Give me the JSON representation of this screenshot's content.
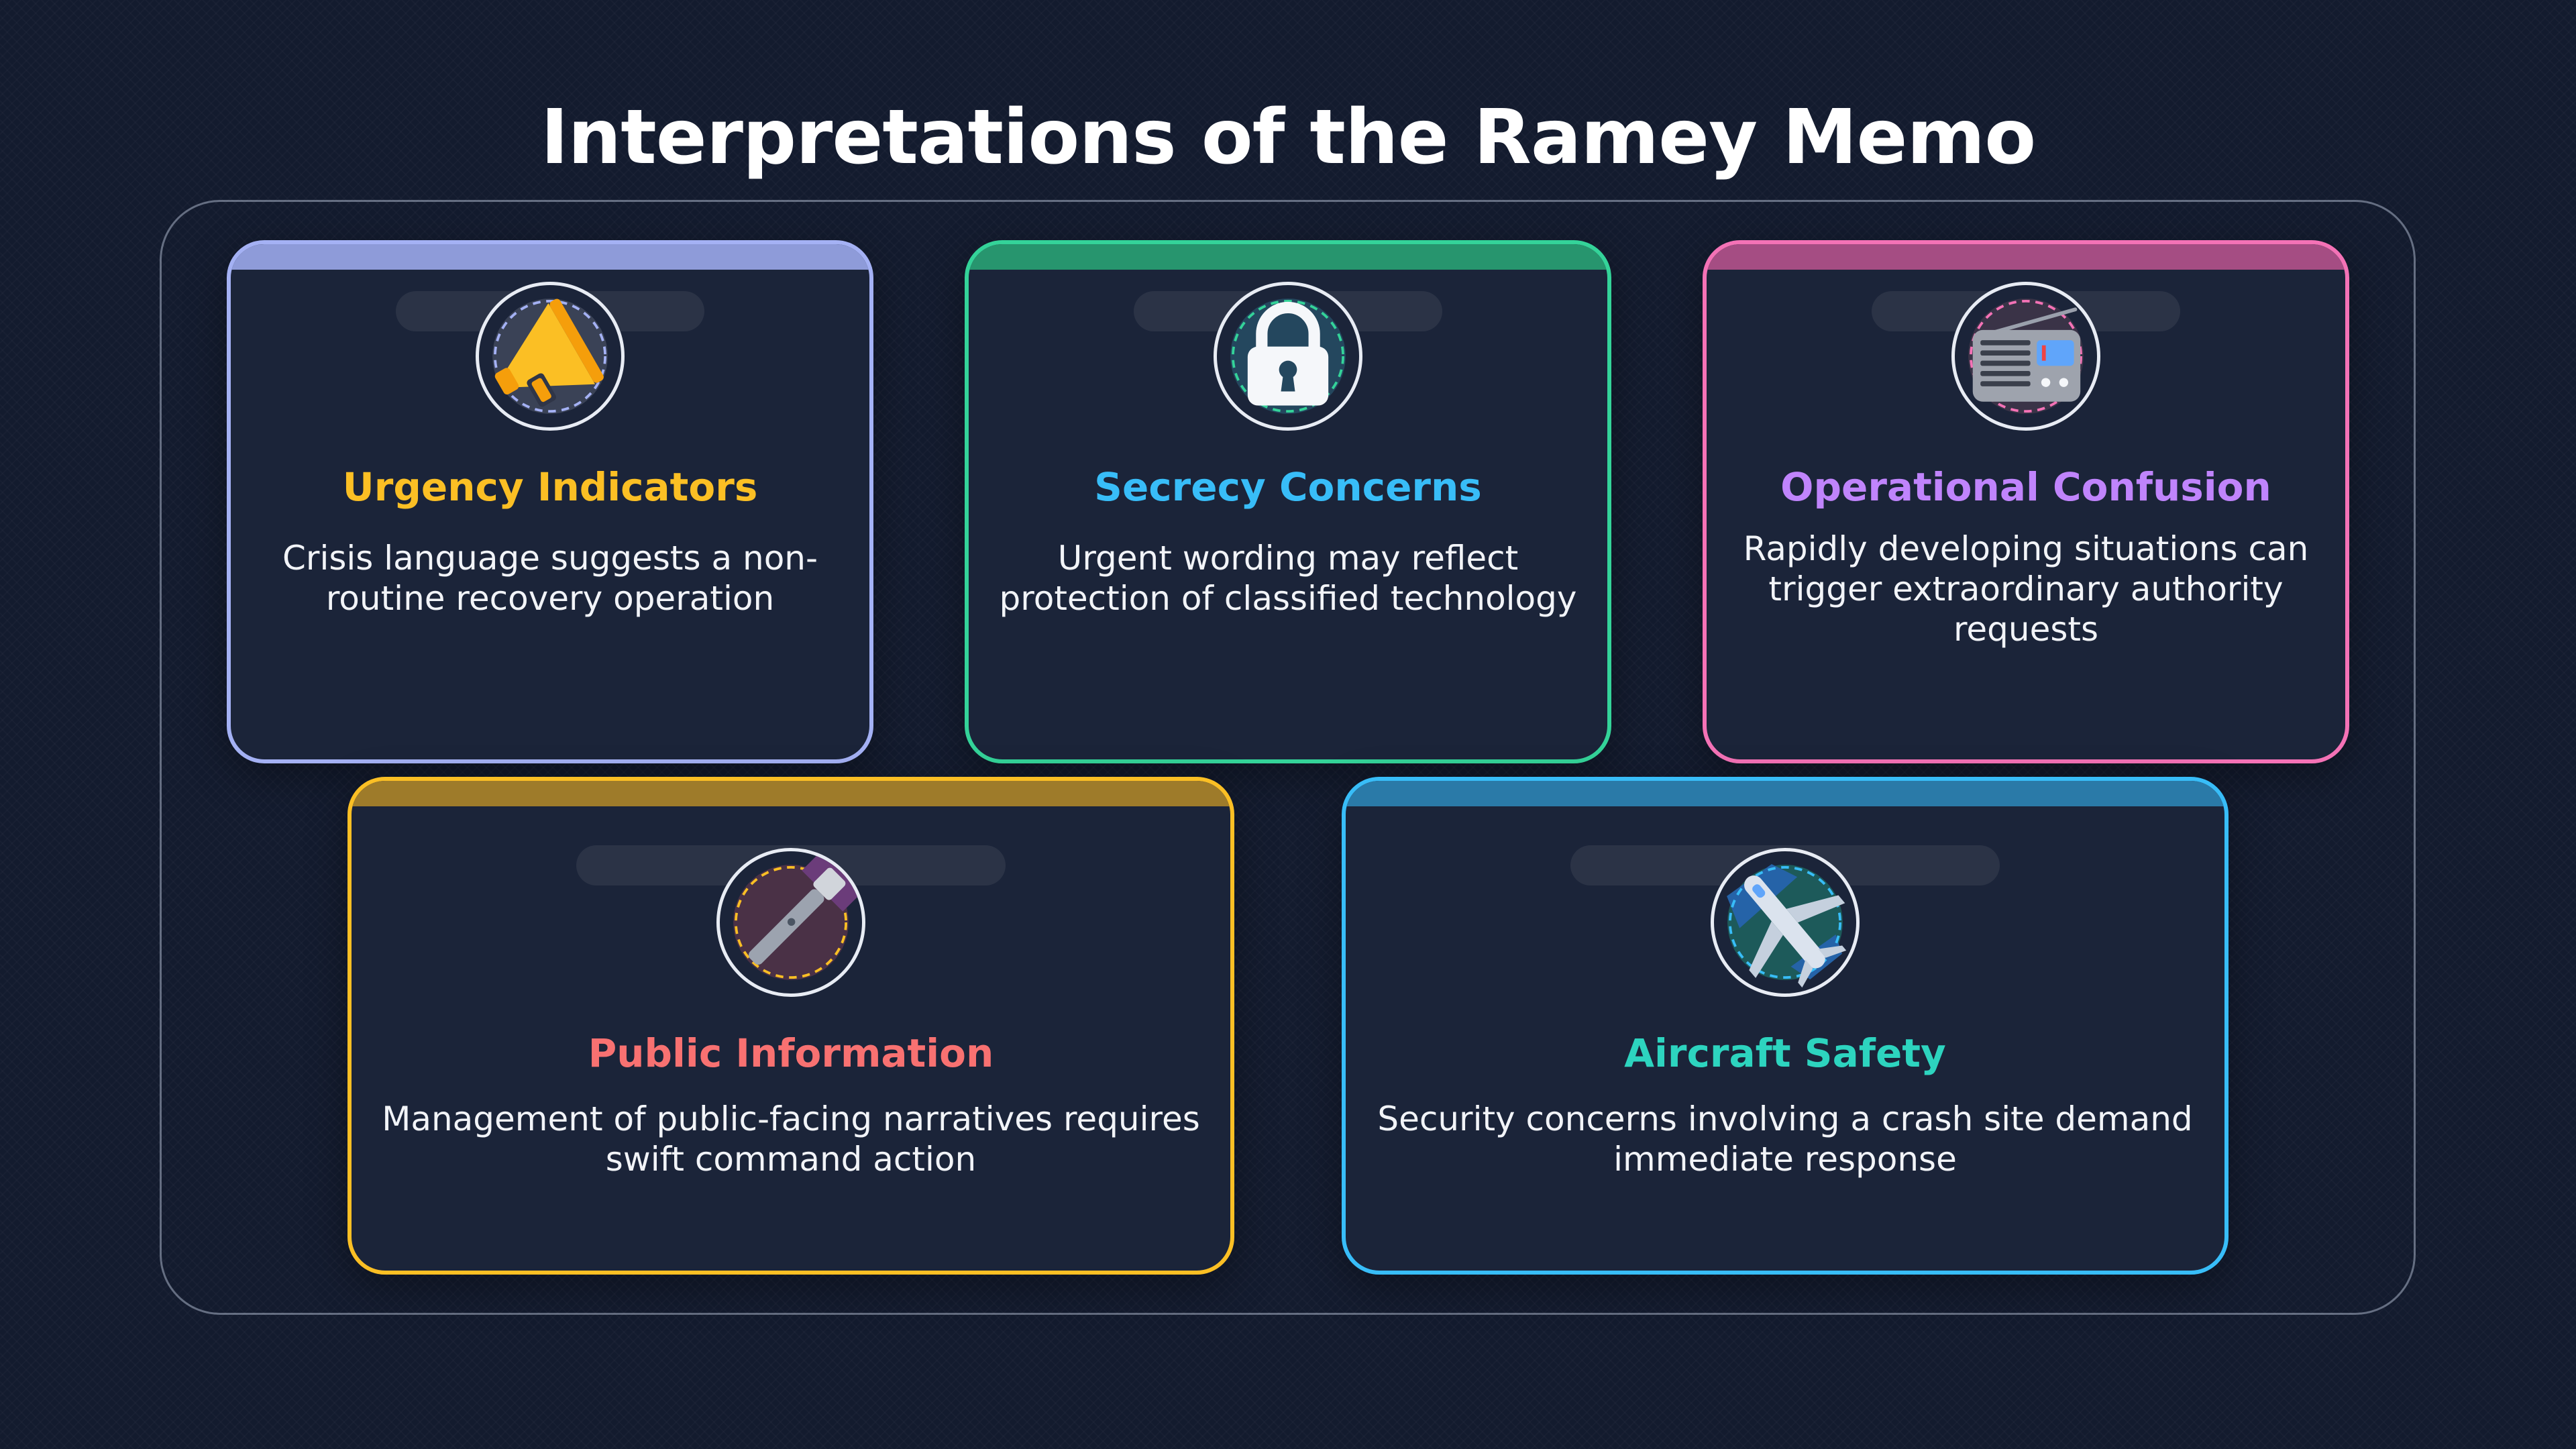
{
  "title": "Interpretations of the Ramey Memo",
  "cards": [
    {
      "heading": "Urgency Indicators",
      "description": "Crisis language suggests a non-routine recovery operation",
      "icon": "megaphone-icon",
      "accent": "#a4b1f4",
      "heading_color": "#fbbf24"
    },
    {
      "heading": "Secrecy Concerns",
      "description": "Urgent wording may reflect protection of classified technology",
      "icon": "padlock-icon",
      "accent": "#34d399",
      "heading_color": "#38bdf8"
    },
    {
      "heading": "Operational Confusion",
      "description": "Rapidly developing situations can trigger extraordinary authority requests",
      "icon": "radio-icon",
      "accent": "#f472b6",
      "heading_color": "#c084fc"
    },
    {
      "heading": "Public Information",
      "description": "Management of public-facing narratives requires swift command action",
      "icon": "flashlight-icon",
      "accent": "#fbbf24",
      "heading_color": "#f87171"
    },
    {
      "heading": "Aircraft Safety",
      "description": "Security concerns involving a crash site demand immediate response",
      "icon": "airplane-icon",
      "accent": "#38bdf8",
      "heading_color": "#2dd4bf"
    }
  ]
}
